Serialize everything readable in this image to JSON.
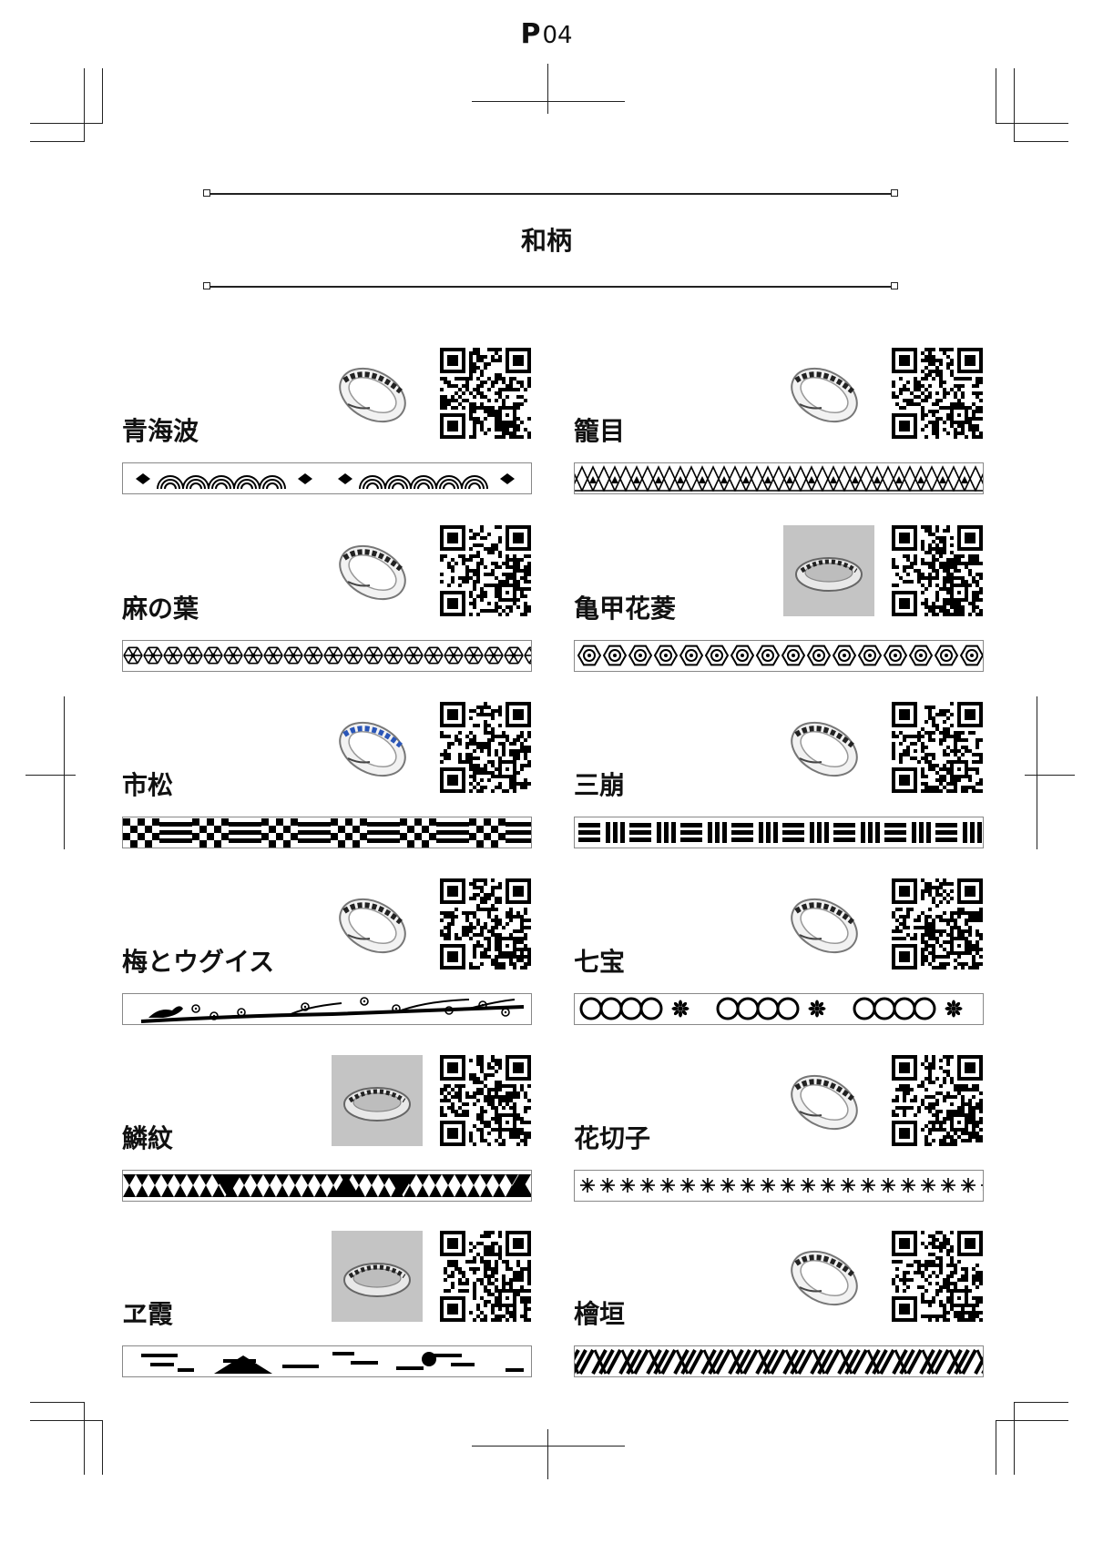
{
  "page": {
    "prefix": "P",
    "number": "04"
  },
  "section": {
    "title": "和柄"
  },
  "items": [
    {
      "name": "青海波",
      "ring": "ring",
      "band": "seigaiha",
      "qr": "qr-a"
    },
    {
      "name": "籠目",
      "ring": "ring",
      "band": "kagome",
      "qr": "qr-b"
    },
    {
      "name": "麻の葉",
      "ring": "ring",
      "band": "asanoha",
      "qr": "qr-c"
    },
    {
      "name": "亀甲花菱",
      "ring": "photo",
      "band": "kikko",
      "qr": "qr-d"
    },
    {
      "name": "市松",
      "ring": "ring-blue",
      "band": "ichimatsu",
      "qr": "qr-e"
    },
    {
      "name": "三崩",
      "ring": "ring",
      "band": "sankuzushi",
      "qr": "qr-f"
    },
    {
      "name": "梅とウグイス",
      "ring": "ring",
      "band": "ume",
      "qr": "qr-g"
    },
    {
      "name": "七宝",
      "ring": "ring",
      "band": "shippo",
      "qr": "qr-h"
    },
    {
      "name": "鱗紋",
      "ring": "photo",
      "band": "uroko",
      "qr": "qr-i"
    },
    {
      "name": "花切子",
      "ring": "ring",
      "band": "hanakiriko",
      "qr": "qr-j"
    },
    {
      "name": "ヱ霞",
      "ring": "photo",
      "band": "kasumi",
      "qr": "qr-k"
    },
    {
      "name": "檜垣",
      "ring": "ring",
      "band": "higaki",
      "qr": "qr-l"
    }
  ]
}
